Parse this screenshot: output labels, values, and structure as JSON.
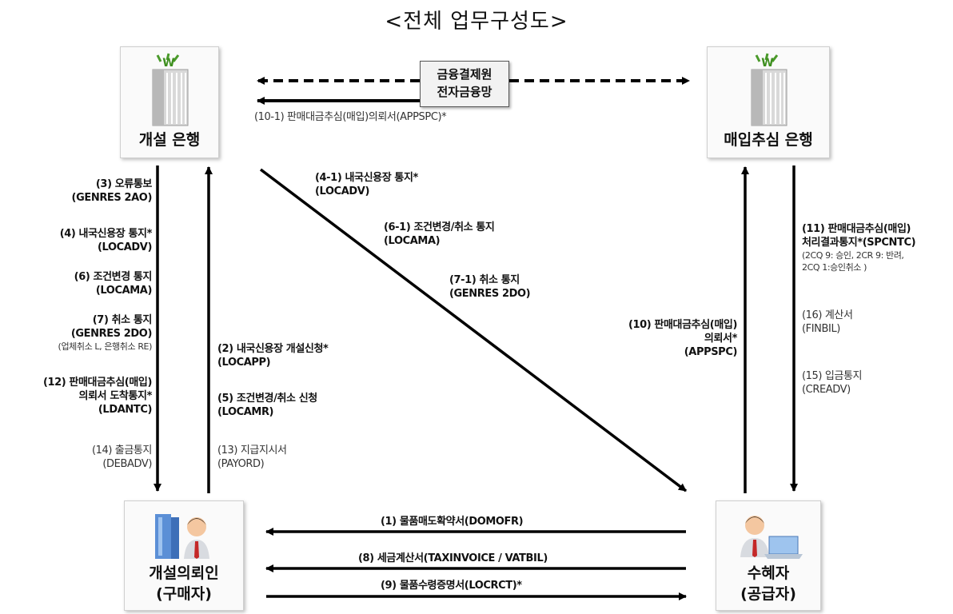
{
  "title": "<전체 업무구성도>",
  "entities": {
    "opening_bank": "개설 은행",
    "negotiating_bank": "매입추심 은행",
    "applicant_line1": "개설의뢰인",
    "applicant_line2": "(구매자)",
    "beneficiary_line1": "수혜자",
    "beneficiary_line2": "(공급자)"
  },
  "gateway": {
    "line1": "금융결제원",
    "line2": "전자금융망"
  },
  "messages": {
    "m10_1": "(10-1) 판매대금추심(매입)의뢰서(APPSPC)*",
    "m3_a": "(3) 오류통보",
    "m3_b": "(GENRES 2AO)",
    "m4_a": "(4) 내국신용장 통지*",
    "m4_b": "(LOCADV)",
    "m6_a": "(6) 조건변경 통지",
    "m6_b": "(LOCAMA)",
    "m7_a": "(7) 취소 통지",
    "m7_b": "(GENRES 2DO)",
    "m7_c": "(업체취소 L, 은행취소 RE)",
    "m12_a": "(12) 판매대금추심(매입)",
    "m12_b": "의뢰서 도착통지*",
    "m12_c": "(LDANTC)",
    "m14_a": "(14) 출금통지",
    "m14_b": "(DEBADV)",
    "m2_a": "(2) 내국신용장 개설신청*",
    "m2_b": "(LOCAPP)",
    "m5_a": "(5) 조건변경/취소 신청",
    "m5_b": "(LOCAMR)",
    "m13_a": "(13) 지급지시서",
    "m13_b": "(PAYORD)",
    "m4_1_a": "(4-1) 내국신용장 통지*",
    "m4_1_b": "(LOCADV)",
    "m6_1_a": "(6-1) 조건변경/취소 통지",
    "m6_1_b": "(LOCAMA)",
    "m7_1_a": "(7-1) 취소 통지",
    "m7_1_b": "(GENRES 2DO)",
    "m10_a": "(10) 판매대금추심(매입)",
    "m10_b": "의뢰서*",
    "m10_c": "(APPSPC)",
    "m11_a": "(11) 판매대금추심(매입)",
    "m11_b": "처리결과통지*(SPCNTC)",
    "m11_c": "(2CQ 9: 승인, 2CR 9: 반려,",
    "m11_d": "2CQ 1:승인취소 )",
    "m16_a": "(16) 계산서",
    "m16_b": "(FINBIL)",
    "m15_a": "(15) 입금통지",
    "m15_b": "(CREADV)",
    "m1": "(1) 물품매도확약서(DOMOFR)",
    "m8": "(8) 세금계산서(TAXINVOICE / VATBIL)",
    "m9": "(9) 물품수령증명서(LOCRCT)*"
  },
  "icons": {
    "bank": "bank-building-icon",
    "applicant": "office-person-icon",
    "beneficiary": "person-laptop-icon"
  }
}
